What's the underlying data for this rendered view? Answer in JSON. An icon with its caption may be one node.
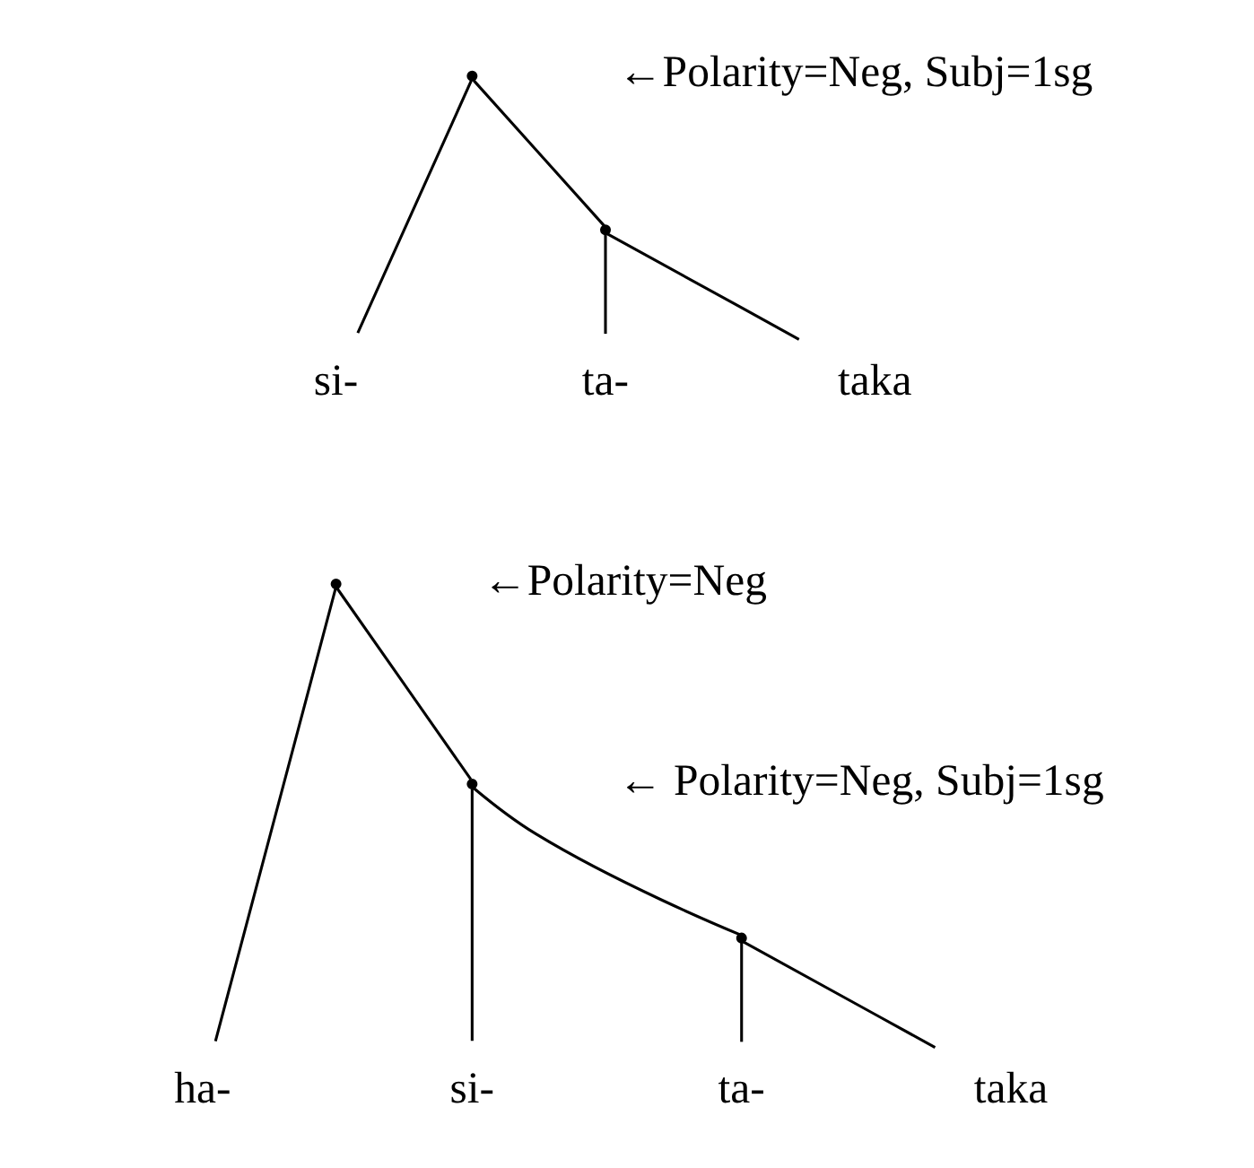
{
  "diagram": {
    "nodes": [
      {
        "text": [],
        "shape": "point",
        "beside": [
          "←Polarity=Neg, Subj=1sg"
        ]
      },
      {
        "text": [],
        "shape": "point"
      },
      {
        "text": [
          "si-"
        ]
      },
      {
        "text": [
          "ta-"
        ]
      },
      {
        "text": [
          "taka"
        ]
      },
      {
        "text": [],
        "shape": "point",
        "beside": [
          "←Polarity=Neg"
        ]
      },
      {
        "text": [],
        "shape": "point",
        "beside": [
          "← Polarity=Neg, Subj=1sg"
        ]
      },
      {
        "text": [],
        "shape": "point"
      },
      {
        "text": [
          "ha-"
        ]
      },
      {
        "text": [
          "si-"
        ]
      },
      {
        "text": [
          "ta-"
        ]
      },
      {
        "text": [
          "taka"
        ]
      }
    ],
    "edges": [
      {
        "from": 0,
        "to": 2,
        "arrow": "none"
      },
      {
        "from": 0,
        "to": 1,
        "arrow": "none"
      },
      {
        "from": 1,
        "to": 3,
        "arrow": "none"
      },
      {
        "from": 1,
        "to": 4,
        "arrow": "none"
      },
      {
        "from": 5,
        "to": 8,
        "arrow": "none"
      },
      {
        "from": 5,
        "to": 6,
        "arrow": "none"
      },
      {
        "from": 6,
        "to": 9,
        "arrow": "none"
      },
      {
        "from": 6,
        "to": 7,
        "arrow": "none"
      },
      {
        "from": 7,
        "to": 10,
        "arrow": "none"
      },
      {
        "from": 7,
        "to": 11,
        "arrow": "none"
      }
    ]
  }
}
